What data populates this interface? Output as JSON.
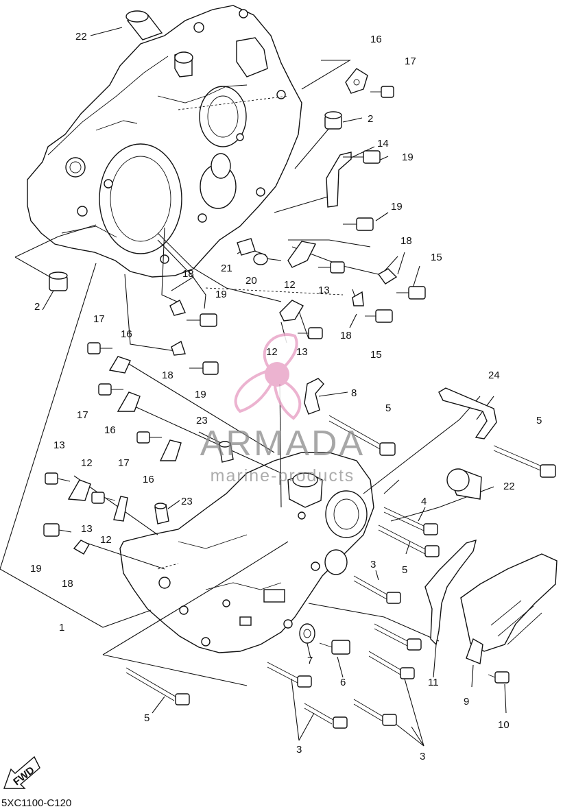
{
  "diagram_code": "5XC1100-C120",
  "fwd_label": "FWD",
  "watermark": {
    "brand": "ARMADA",
    "tagline": "marine-products",
    "color": "#e9a6c8"
  },
  "callouts": [
    {
      "id": "c22a",
      "text": "22"
    },
    {
      "id": "c16a",
      "text": "16"
    },
    {
      "id": "c17a",
      "text": "17"
    },
    {
      "id": "c2a",
      "text": "2"
    },
    {
      "id": "c14",
      "text": "14"
    },
    {
      "id": "c19a",
      "text": "19"
    },
    {
      "id": "c19b",
      "text": "19"
    },
    {
      "id": "c18a",
      "text": "18"
    },
    {
      "id": "c15a",
      "text": "15"
    },
    {
      "id": "c21",
      "text": "21"
    },
    {
      "id": "c20",
      "text": "20"
    },
    {
      "id": "c12a",
      "text": "12"
    },
    {
      "id": "c13a",
      "text": "13"
    },
    {
      "id": "c2b",
      "text": "2"
    },
    {
      "id": "c18b",
      "text": "18"
    },
    {
      "id": "c19c",
      "text": "19"
    },
    {
      "id": "c18c",
      "text": "18"
    },
    {
      "id": "c15b",
      "text": "15"
    },
    {
      "id": "c17b",
      "text": "17"
    },
    {
      "id": "c16b",
      "text": "16"
    },
    {
      "id": "c12b",
      "text": "12"
    },
    {
      "id": "c13b",
      "text": "13"
    },
    {
      "id": "c18d",
      "text": "18"
    },
    {
      "id": "c19d",
      "text": "19"
    },
    {
      "id": "c24",
      "text": "24"
    },
    {
      "id": "c8",
      "text": "8"
    },
    {
      "id": "c17c",
      "text": "17"
    },
    {
      "id": "c16c",
      "text": "16"
    },
    {
      "id": "c5a",
      "text": "5"
    },
    {
      "id": "c5b",
      "text": "5"
    },
    {
      "id": "c23a",
      "text": "23"
    },
    {
      "id": "c17d",
      "text": "17"
    },
    {
      "id": "c16d",
      "text": "16"
    },
    {
      "id": "c13c",
      "text": "13"
    },
    {
      "id": "c12c",
      "text": "12"
    },
    {
      "id": "c22b",
      "text": "22"
    },
    {
      "id": "c4",
      "text": "4"
    },
    {
      "id": "c23b",
      "text": "23"
    },
    {
      "id": "c13d",
      "text": "13"
    },
    {
      "id": "c12d",
      "text": "12"
    },
    {
      "id": "c5c",
      "text": "5"
    },
    {
      "id": "c19e",
      "text": "19"
    },
    {
      "id": "c18e",
      "text": "18"
    },
    {
      "id": "c3a",
      "text": "3"
    },
    {
      "id": "c1",
      "text": "1"
    },
    {
      "id": "c7",
      "text": "7"
    },
    {
      "id": "c6",
      "text": "6"
    },
    {
      "id": "c11",
      "text": "11"
    },
    {
      "id": "c9",
      "text": "9"
    },
    {
      "id": "c10",
      "text": "10"
    },
    {
      "id": "c5d",
      "text": "5"
    },
    {
      "id": "c3b",
      "text": "3"
    },
    {
      "id": "c3c",
      "text": "3"
    }
  ]
}
